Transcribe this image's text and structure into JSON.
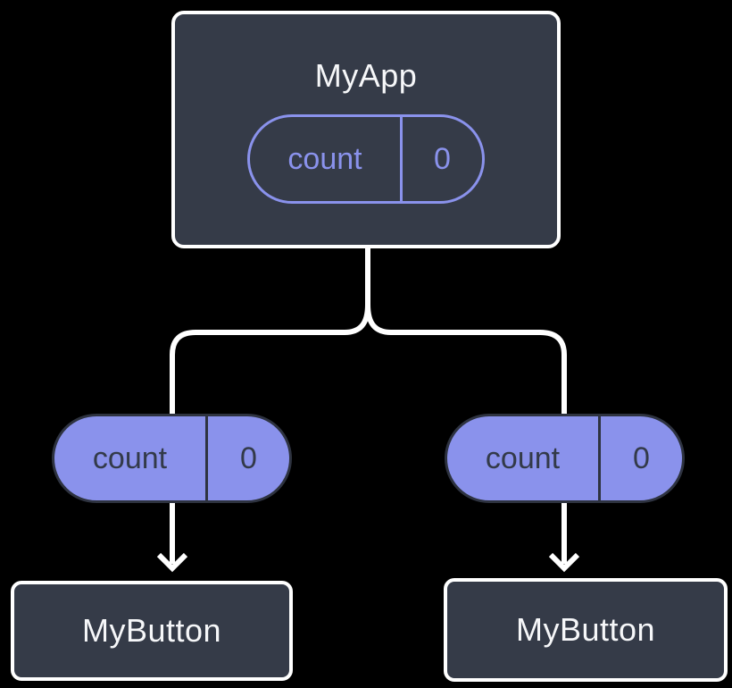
{
  "colors": {
    "background": "#000000",
    "node_fill": "#353B48",
    "node_border": "#FFFFFF",
    "accent_purple": "#8A92EC",
    "pill_dark_border": "#2E3340",
    "pill_dark_text": "#333A49",
    "light_text": "#F6F7F9",
    "connector": "#FFFFFF"
  },
  "tree": {
    "root": {
      "label": "MyApp",
      "pill": {
        "key": "count",
        "value": "0"
      }
    },
    "children": [
      {
        "label": "MyButton",
        "prop_pill": {
          "key": "count",
          "value": "0"
        }
      },
      {
        "label": "MyButton",
        "prop_pill": {
          "key": "count",
          "value": "0"
        }
      }
    ]
  }
}
